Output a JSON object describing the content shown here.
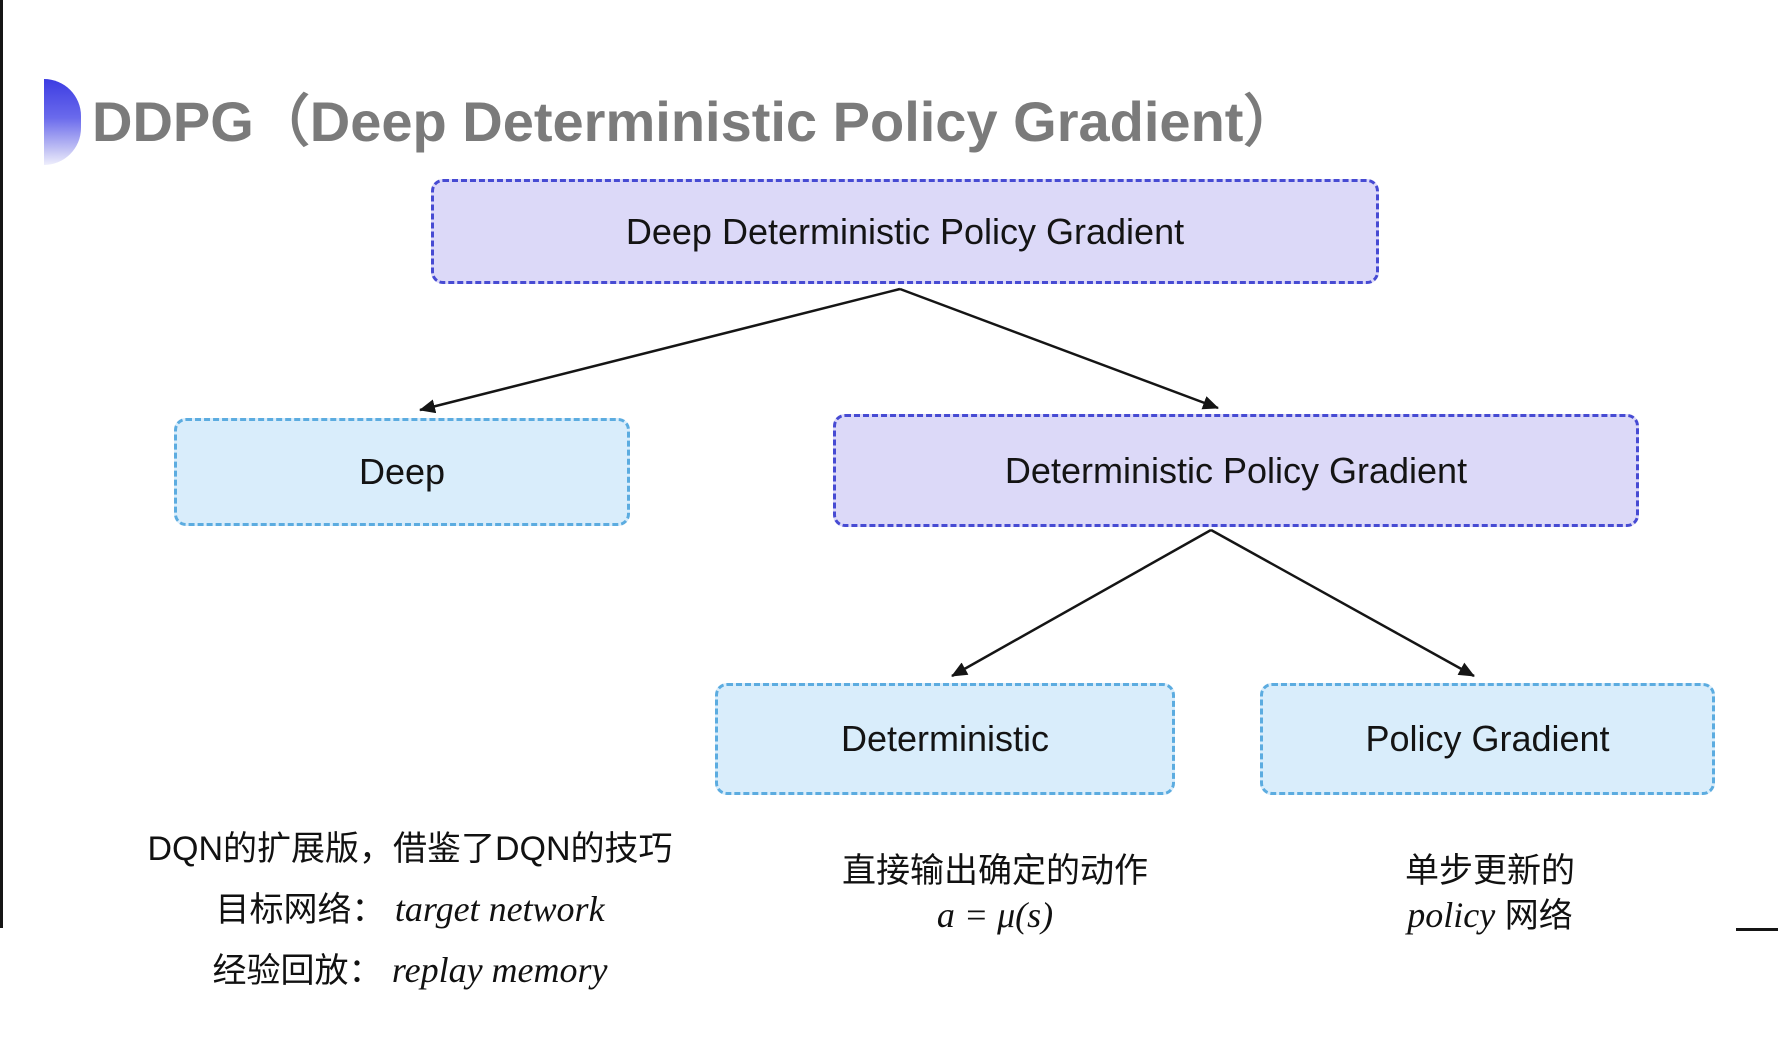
{
  "page": {
    "title": "DDPG（Deep Deterministic Policy Gradient）"
  },
  "tree": {
    "root": {
      "label": "Deep Deterministic Policy Gradient"
    },
    "deep": {
      "label": "Deep"
    },
    "dpg": {
      "label": "Deterministic Policy Gradient"
    },
    "deterministic": {
      "label": "Deterministic"
    },
    "policy_gradient": {
      "label": "Policy Gradient"
    }
  },
  "notes": {
    "deep": {
      "line1": "DQN的扩展版，借鉴了DQN的技巧",
      "line2_label": "目标网络：",
      "line2_term": "target network",
      "line3_label": "经验回放：",
      "line3_term": "replay memory"
    },
    "deterministic": {
      "line1": "直接输出确定的动作",
      "formula": "a = μ(s)"
    },
    "policy_gradient": {
      "line1": "单步更新的",
      "line2_term": "policy",
      "line2_rest": " 网络"
    }
  },
  "colors": {
    "purple_fill": "#dcd9f8",
    "purple_border": "#474bd3",
    "cyan_fill": "#d9edfb",
    "cyan_border": "#5cace0",
    "title_gray": "#7b7b7b",
    "icon_gradient_top": "#3c3ce2",
    "icon_gradient_bottom": "#eeeefc",
    "arrow_black": "#151515"
  }
}
